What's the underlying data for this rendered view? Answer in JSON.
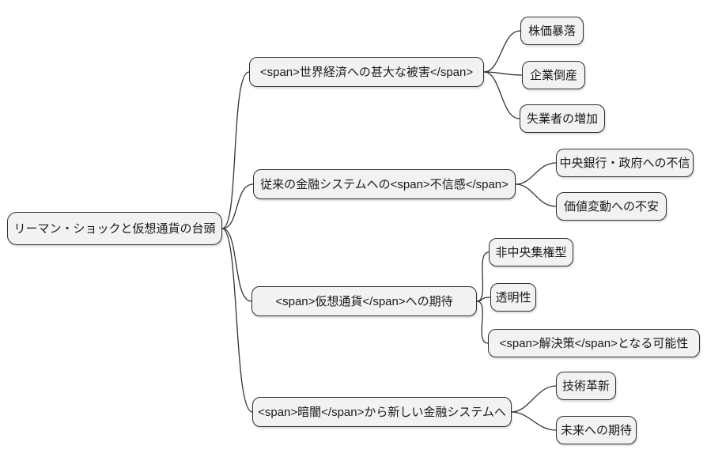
{
  "mindmap": {
    "root": {
      "label": "リーマン・ショックと仮想通貨の台頭"
    },
    "branches": [
      {
        "label": "<span>世界経済への甚大な被害</span>",
        "children": [
          {
            "label": "株価暴落"
          },
          {
            "label": "企業倒産"
          },
          {
            "label": "失業者の増加"
          }
        ]
      },
      {
        "label": "従来の金融システムへの<span>不信感</span>",
        "children": [
          {
            "label": "中央銀行・政府への不信"
          },
          {
            "label": "価値変動への不安"
          }
        ]
      },
      {
        "label": "<span>仮想通貨</span>への期待",
        "children": [
          {
            "label": "非中央集権型"
          },
          {
            "label": "透明性"
          },
          {
            "label": "<span>解決策</span>となる可能性"
          }
        ]
      },
      {
        "label": "<span>暗闇</span>から新しい金融システムへ",
        "children": [
          {
            "label": "技術革新"
          },
          {
            "label": "未来への期待"
          }
        ]
      }
    ],
    "colors": {
      "node_fill": "#f2f2f2",
      "node_border": "#2f2f2f",
      "edge": "#333333",
      "background": "#ffffff",
      "text": "#1a1a1a"
    }
  }
}
